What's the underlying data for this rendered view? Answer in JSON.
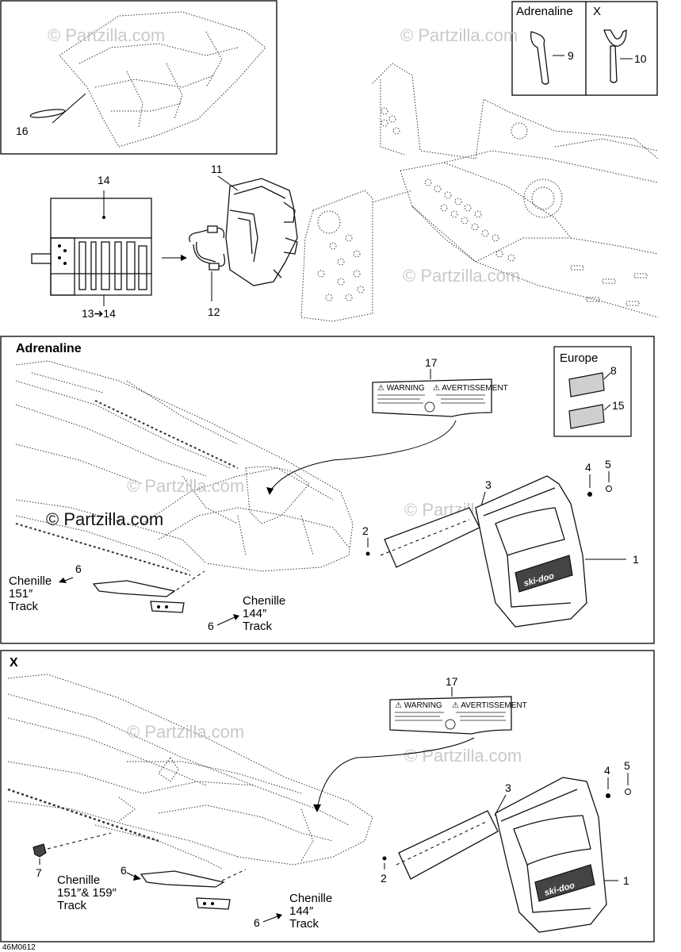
{
  "diagram_code": "46M0612",
  "watermark_short": "© Partzilla.com",
  "watermark_long": "© Partzilla.com",
  "top_inset": {
    "part_16": "16"
  },
  "tools_inset": {
    "title_adrenaline": "Adrenaline",
    "title_x": "X",
    "part_9": "9",
    "part_10": "10"
  },
  "upper_assembly": {
    "part_11": "11",
    "part_12": "12",
    "part_14": "14",
    "part_13_to_14": "13➔14"
  },
  "adrenaline_section": {
    "title": "Adrenaline",
    "europe_title": "Europe",
    "part_8": "8",
    "part_15": "15",
    "part_17": "17",
    "part_1": "1",
    "part_2": "2",
    "part_3": "3",
    "part_4": "4",
    "part_5": "5",
    "part_6a": "6",
    "part_6b": "6",
    "track_151_l1": "Chenille",
    "track_151_l2": "151″",
    "track_151_l3": "Track",
    "track_144_l1": "Chenille",
    "track_144_l2": "144″",
    "track_144_l3": "Track",
    "flap_brand": "ski-doo"
  },
  "x_section": {
    "title": "X",
    "part_17": "17",
    "part_1": "1",
    "part_2": "2",
    "part_3": "3",
    "part_4": "4",
    "part_5": "5",
    "part_6a": "6",
    "part_6b": "6",
    "part_7": "7",
    "track_151_l1": "Chenille",
    "track_151_l2": "151″& 159″",
    "track_151_l3": "Track",
    "track_144_l1": "Chenille",
    "track_144_l2": "144″",
    "track_144_l3": "Track",
    "flap_brand": "ski-doo"
  },
  "decal_text": {
    "warning_left": "⚠ WARNING",
    "warning_right": "⚠ AVERTISSEMENT"
  }
}
